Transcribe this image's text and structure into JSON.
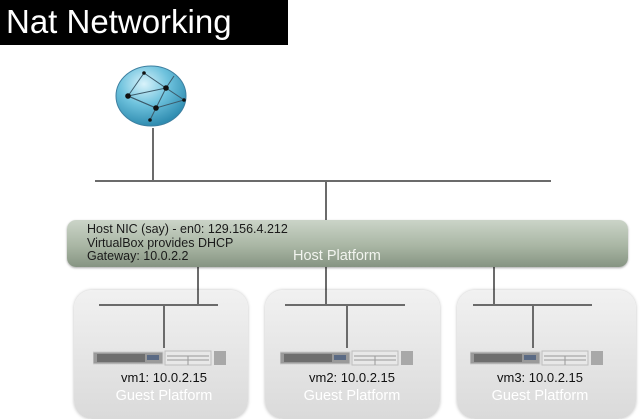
{
  "title": "Nat Networking",
  "internet": {
    "icon": "globe-network-icon"
  },
  "host": {
    "info_lines": [
      "Host NIC (say) - en0: 129.156.4.212",
      "VirtualBox provides DHCP",
      "Gateway: 10.0.2.2"
    ],
    "label": "Host Platform",
    "color": "#a9b6a4"
  },
  "guests": [
    {
      "vm": "vm1: 10.0.2.15",
      "label": "Guest Platform",
      "icon": "server-icon"
    },
    {
      "vm": "vm2: 10.0.2.15",
      "label": "Guest Platform",
      "icon": "server-icon"
    },
    {
      "vm": "vm3: 10.0.2.15",
      "label": "Guest Platform",
      "icon": "server-icon"
    }
  ]
}
